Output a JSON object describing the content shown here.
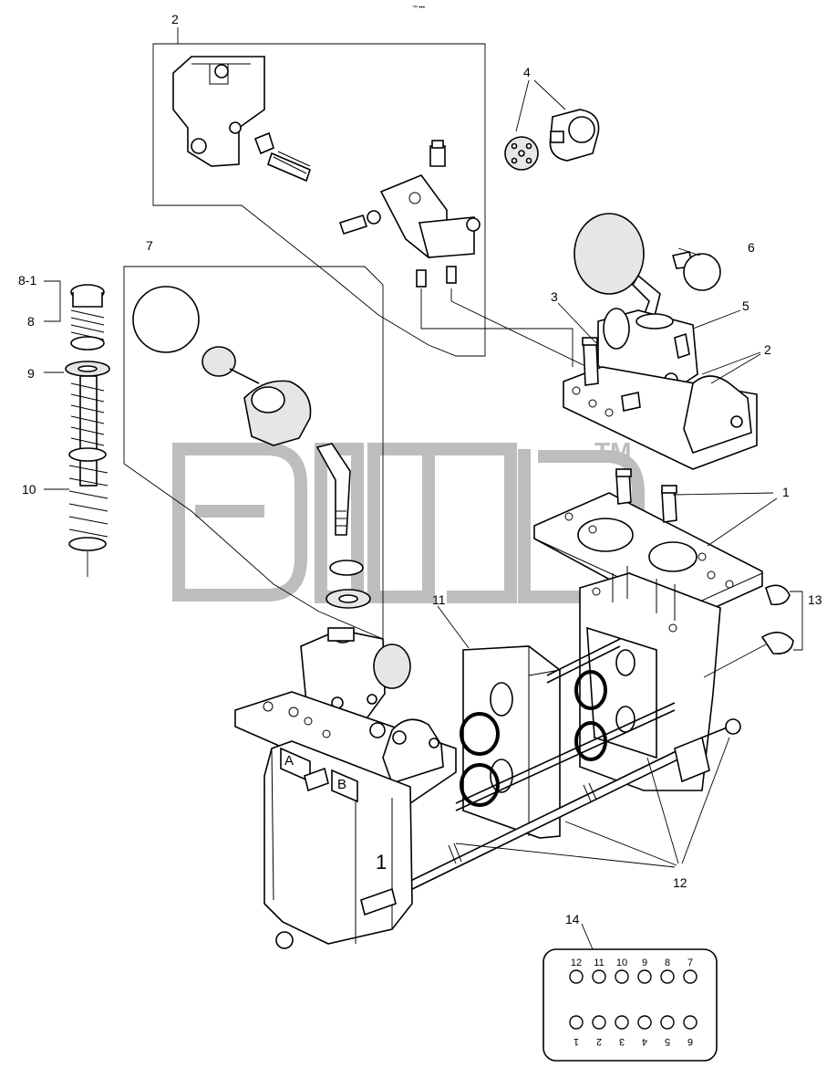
{
  "diagram": {
    "tiny_mark": "™ •••",
    "watermark": {
      "trademark": "TM"
    },
    "callouts": [
      {
        "id": "2",
        "text": "2"
      },
      {
        "id": "4",
        "text": "4"
      },
      {
        "id": "6",
        "text": "6"
      },
      {
        "id": "7",
        "text": "7"
      },
      {
        "id": "3",
        "text": "3"
      },
      {
        "id": "5",
        "text": "5"
      },
      {
        "id": "2b",
        "text": "2"
      },
      {
        "id": "8-1",
        "text": "8-1"
      },
      {
        "id": "8",
        "text": "8"
      },
      {
        "id": "9",
        "text": "9"
      },
      {
        "id": "10",
        "text": "10"
      },
      {
        "id": "1",
        "text": "1"
      },
      {
        "id": "13",
        "text": "13"
      },
      {
        "id": "11",
        "text": "11"
      },
      {
        "id": "12",
        "text": "12"
      },
      {
        "id": "14",
        "text": "14"
      }
    ],
    "port_labels": {
      "a": "A",
      "b": "B",
      "one": "1"
    },
    "connector_pins_top": [
      "12",
      "11",
      "10",
      "9",
      "8",
      "7"
    ],
    "connector_pins_bottom": [
      "1",
      "2",
      "3",
      "4",
      "5",
      "6"
    ]
  }
}
